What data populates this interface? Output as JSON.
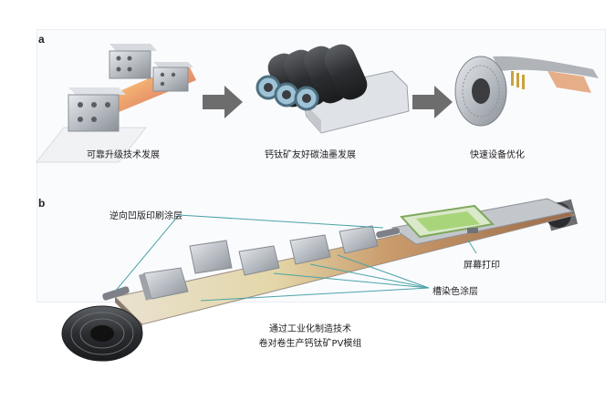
{
  "panel_a": {
    "label": "a",
    "steps": [
      {
        "caption": "可靠升级技术发展",
        "icon": "slot-die-coater-icon"
      },
      {
        "caption": "钙钛矿友好碳油墨发展",
        "icon": "roll-to-roll-rollers-icon"
      },
      {
        "caption": "快速设备优化",
        "icon": "coiled-module-icon"
      }
    ],
    "arrow_icon": "right-arrow-icon"
  },
  "panel_b": {
    "label": "b",
    "labels": {
      "reverse_gravure": "逆向凹版印刷涂层",
      "screen_printing": "屏幕打印",
      "slot_die": "槽染色涂层"
    },
    "caption_line1": "通过工业化制造技术",
    "caption_line2": "卷对卷生产钙钛矿PV模组"
  },
  "colors": {
    "metal": "#b9bec4",
    "dark_roll": "#2b2d30",
    "arrow": "#6d6d6d",
    "film_gradient": [
      "#e9d4b8",
      "#c99a6b",
      "#8d5a3a"
    ],
    "accent_green": "#a8d57a"
  }
}
